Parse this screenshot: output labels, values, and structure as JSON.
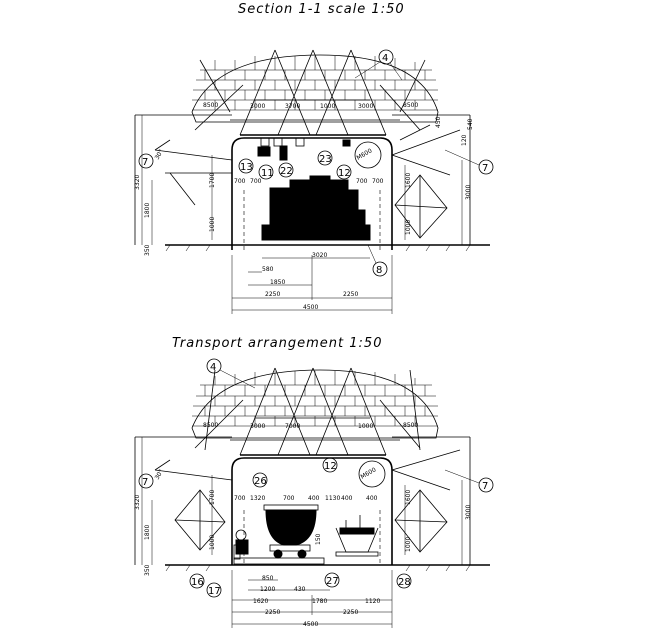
{
  "section": {
    "title": "Section 1-1   scale 1:50",
    "callouts": [
      "4",
      "7",
      "7",
      "13",
      "11",
      "22",
      "23",
      "12",
      "8"
    ],
    "bolt_label": "M600",
    "top_dims": [
      "8500",
      "3000",
      "3700",
      "1000",
      "3000",
      "8500"
    ],
    "inner_dims": [
      "700",
      "700",
      "700",
      "700"
    ],
    "left_dims": [
      "3320",
      "1800",
      "1700",
      "1000",
      "350",
      "450"
    ],
    "right_dims": [
      "540",
      "1600",
      "1000",
      "3000",
      "120"
    ],
    "bottom_dims": [
      "580",
      "1850",
      "3020",
      "2250",
      "2250",
      "4500"
    ],
    "angle": "30°"
  },
  "transport": {
    "title": "Transport arrangement     1:50",
    "callouts": [
      "4",
      "7",
      "12",
      "7",
      "26",
      "16",
      "17",
      "27",
      "28"
    ],
    "bolt_label": "M600",
    "top_dims": [
      "8500",
      "3000",
      "7000",
      "1000",
      "8500"
    ],
    "inner_dims": [
      "700",
      "1320",
      "700",
      "400",
      "1130",
      "400",
      "400"
    ],
    "left_dims": [
      "3320",
      "1800",
      "1700",
      "1000",
      "350"
    ],
    "right_dims": [
      "1600",
      "1000",
      "3000"
    ],
    "bottom_dims": [
      "850",
      "1200",
      "430",
      "1780",
      "1120",
      "1620",
      "2250",
      "2250",
      "4500"
    ],
    "angle": "30°",
    "mid_dim": "150"
  }
}
